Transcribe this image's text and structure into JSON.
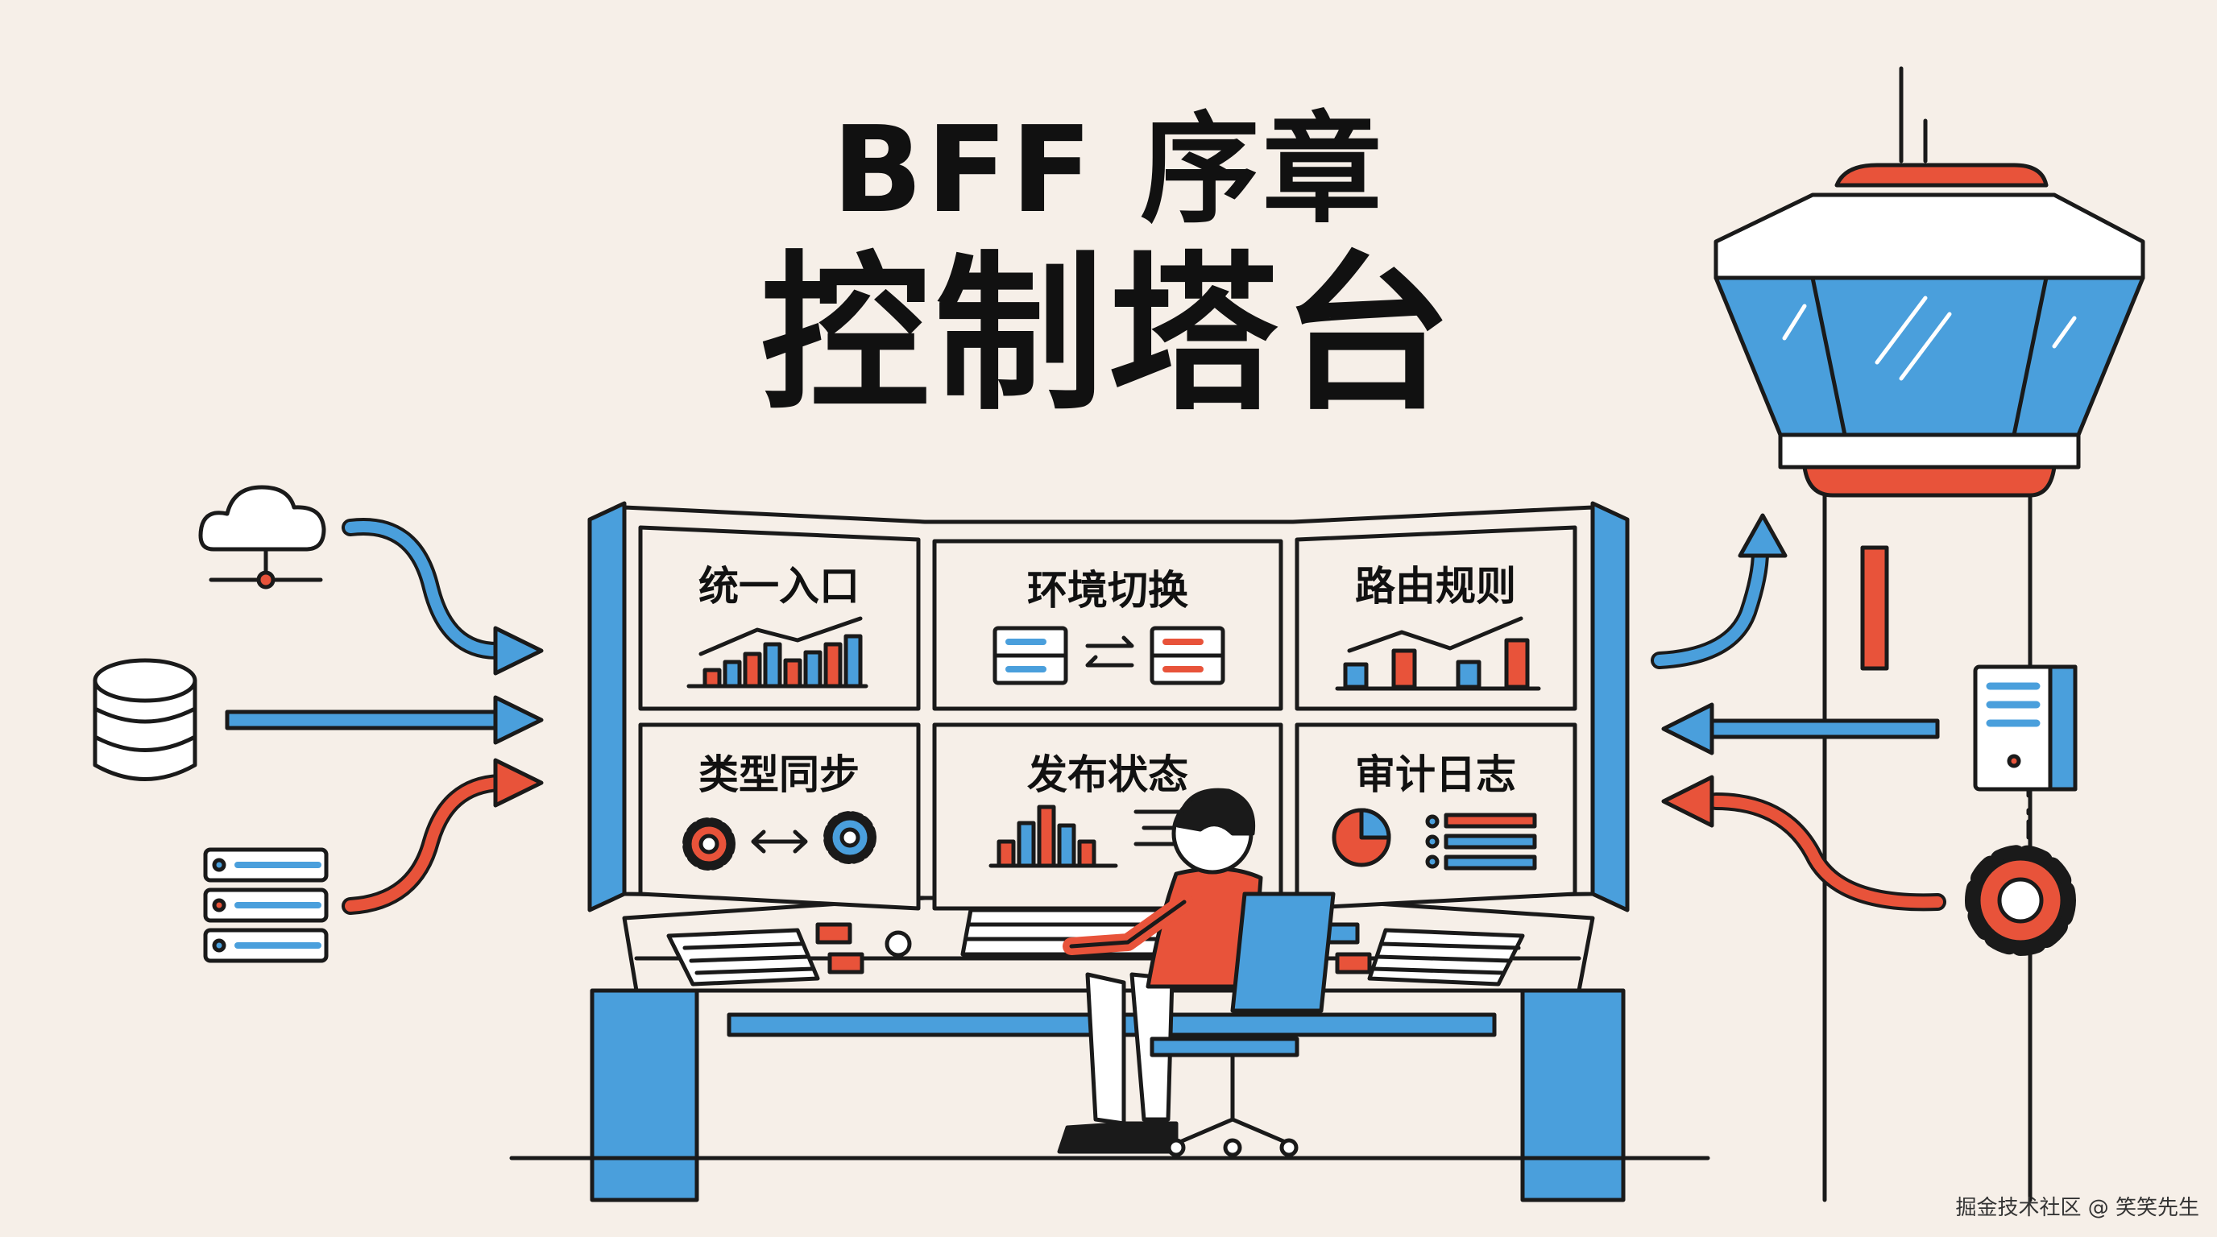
{
  "title_line1": "BFF 序章",
  "title_line2": "控制塔台",
  "panels": [
    {
      "label": "统一入口",
      "icon": "bar-line-chart-icon"
    },
    {
      "label": "环境切换",
      "icon": "server-switch-icon"
    },
    {
      "label": "路由规则",
      "icon": "route-bar-chart-icon"
    },
    {
      "label": "类型同步",
      "icon": "gear-sync-icon"
    },
    {
      "label": "发布状态",
      "icon": "bar-chart-icon"
    },
    {
      "label": "审计日志",
      "icon": "pie-list-icon"
    }
  ],
  "watermark": "掘金技术社区 @ 笑笑先生",
  "colors": {
    "blue": "#4a9fdc",
    "red": "#e8533a",
    "ink": "#1a1a1a",
    "background": "#f6efe8"
  }
}
